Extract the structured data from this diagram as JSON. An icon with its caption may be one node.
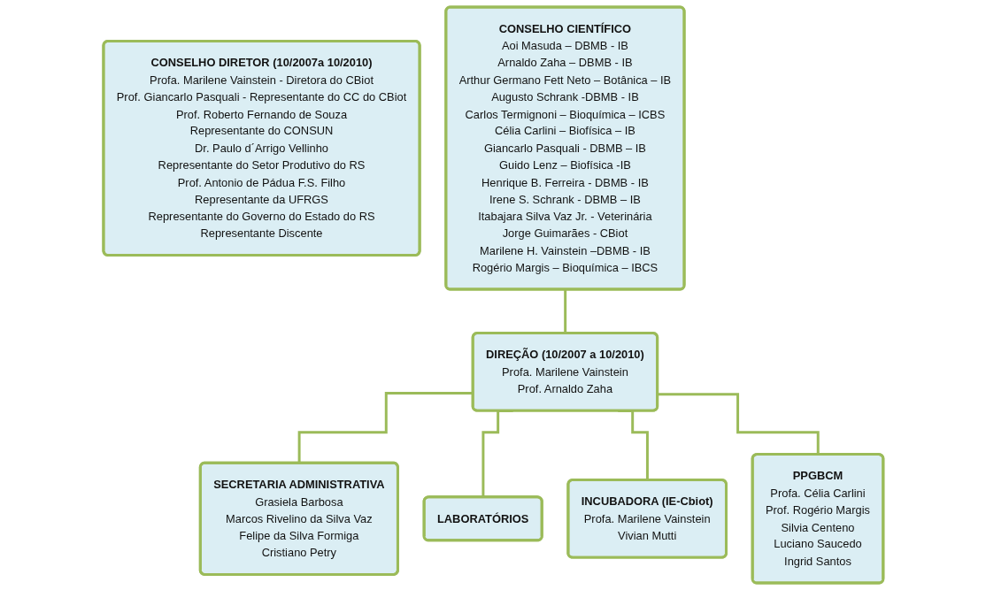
{
  "diagram": {
    "nodes": [
      {
        "text": [
          "CONSELHO DIRETOR (10/2007a 10/2010)",
          "Profa. Marilene Vainstein - Diretora do CBiot",
          "Prof. Giancarlo Pasquali - Representante do CC do CBiot",
          "Prof. Roberto Fernando de Souza",
          "Representante do CONSUN",
          "Dr. Paulo d´Arrigo Vellinho",
          "Representante do Setor Produtivo do RS",
          "Prof. Antonio de Pádua F.S. Filho",
          "Representante da UFRGS",
          "Representante do Governo do Estado do RS",
          "Representante Discente"
        ]
      },
      {
        "text": [
          "CONSELHO CIENTÍFICO",
          "Aoi Masuda – DBMB - IB",
          "Arnaldo Zaha – DBMB - IB",
          "Arthur Germano Fett Neto – Botânica – IB",
          "Augusto Schrank -DBMB - IB",
          "Carlos Termignoni – Bioquímica – ICBS",
          "Célia Carlini – Biofísica – IB",
          "Giancarlo Pasquali - DBMB – IB",
          "Guido Lenz – Biofísica -IB",
          "Henrique B. Ferreira - DBMB - IB",
          "Irene S. Schrank - DBMB – IB",
          "Itabajara Silva Vaz Jr. - Veterinária",
          "Jorge Guimarães - CBiot",
          "Marilene H. Vainstein –DBMB - IB",
          "Rogério Margis – Bioquímica – IBCS"
        ]
      },
      {
        "text": [
          "DIREÇÃO (10/2007 a 10/2010)",
          "Profa. Marilene Vainstein",
          "Prof. Arnaldo Zaha"
        ]
      },
      {
        "text": [
          "SECRETARIA ADMINISTRATIVA",
          "Grasiela Barbosa",
          "Marcos Rivelino da Silva Vaz",
          "Felipe da Silva Formiga",
          "Cristiano Petry"
        ]
      },
      {
        "text": [
          "LABORATÓRIOS"
        ]
      },
      {
        "text": [
          "INCUBADORA (IE-Cbiot)",
          "Profa. Marilene Vainstein",
          "Vivian Mutti"
        ]
      },
      {
        "text": [
          "PPGBCM",
          "Profa. Célia Carlini",
          "Prof. Rogério Margis",
          "Silvia Centeno",
          "Luciano Saucedo",
          "Ingrid Santos"
        ]
      }
    ],
    "edges": [
      {
        "from": 1,
        "to": 2,
        "arrow": "none"
      },
      {
        "from": 2,
        "to": 3,
        "arrow": "none"
      },
      {
        "from": 2,
        "to": 4,
        "arrow": "none"
      },
      {
        "from": 2,
        "to": 5,
        "arrow": "none"
      },
      {
        "from": 2,
        "to": 6,
        "arrow": "none"
      }
    ]
  }
}
